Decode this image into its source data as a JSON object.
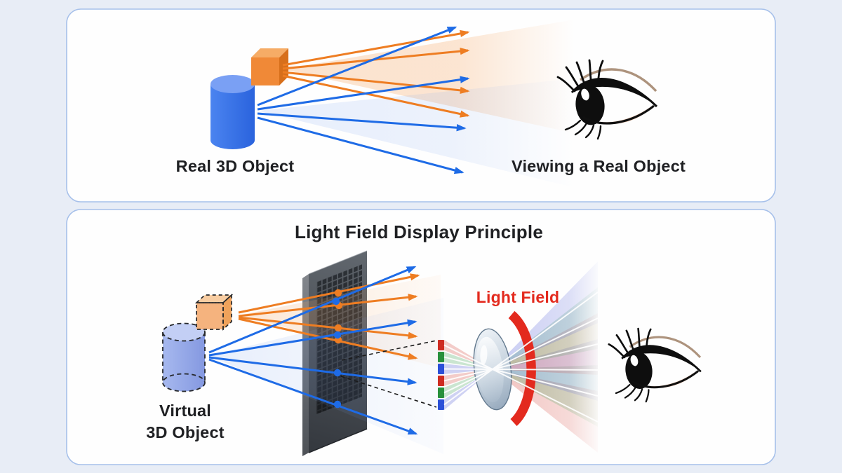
{
  "top_panel": {
    "object_label": "Real 3D Object",
    "caption": "Viewing a Real Object"
  },
  "bottom_panel": {
    "title": "Light Field Display Principle",
    "object_label_line1": "Virtual",
    "object_label_line2": "3D Object",
    "light_field_label": "Light Field"
  },
  "colors": {
    "background": "#E8EDF6",
    "panel_fill": "#FEFEFE",
    "panel_border": "#A6C0EA",
    "ray_orange": "#EE7D22",
    "ray_blue": "#1E6BE6",
    "text_dark": "#1F2023",
    "red": "#E32A1E",
    "green": "#28903B",
    "blue_px": "#2B4FD8",
    "red_px": "#CE2B21",
    "display_dark": "#44484E"
  }
}
